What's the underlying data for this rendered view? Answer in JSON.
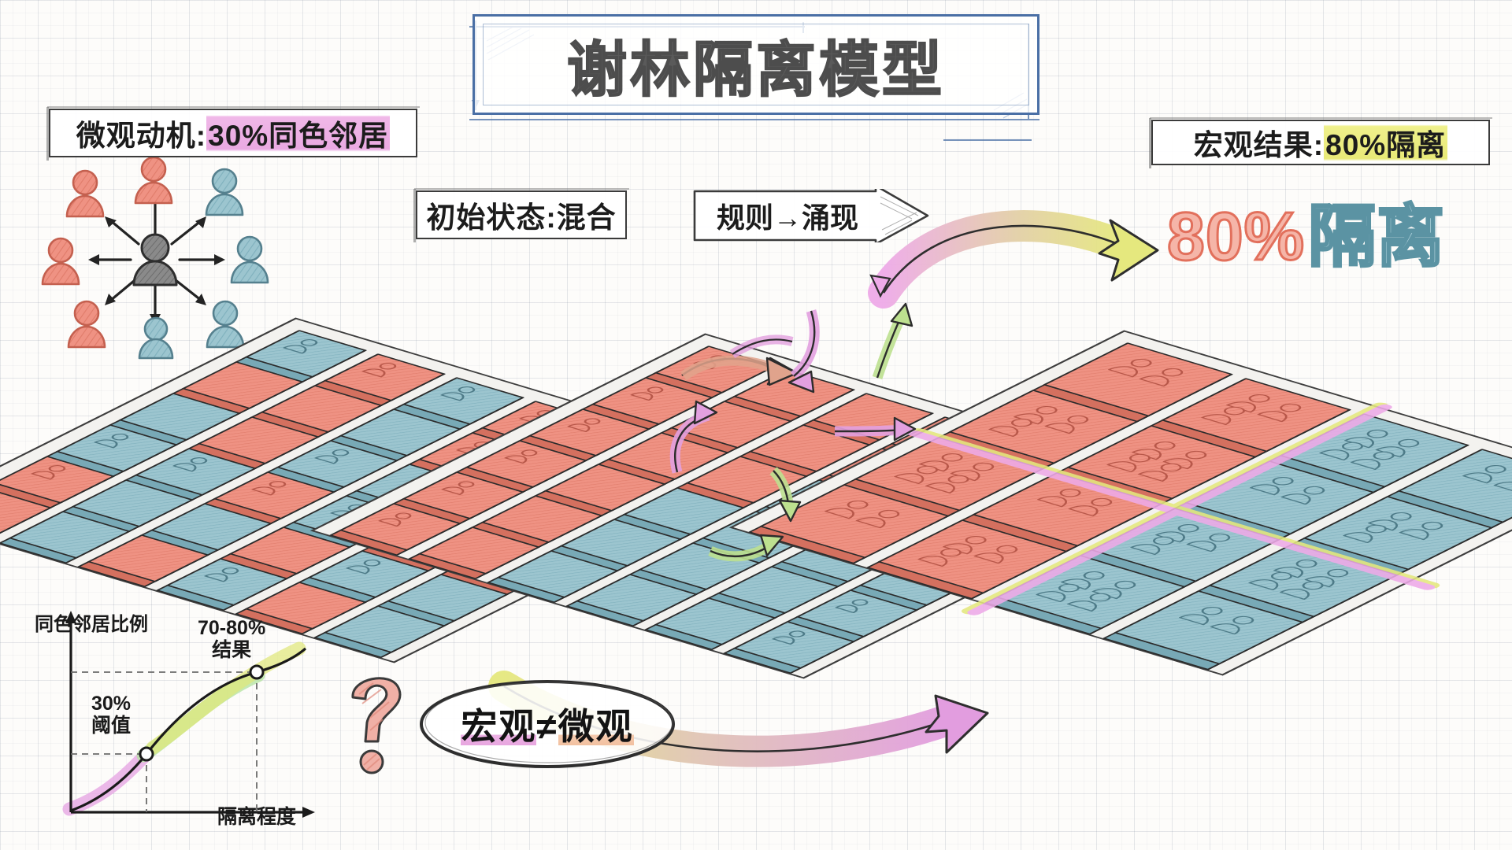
{
  "title": "谢林隔离模型",
  "labels": {
    "micro_prefix": "微观动机:",
    "micro_highlight": "30%同色邻居",
    "macro_prefix": "宏观结果:",
    "macro_highlight": "80%隔离",
    "initial_state": "初始状态:混合",
    "rule_arrow": "规则→涌现"
  },
  "bigstat": {
    "number": "80%",
    "word": "隔离"
  },
  "callout": {
    "left_word": "宏观",
    "operator": "≠",
    "right_word": "微观"
  },
  "question_mark": "?",
  "colors": {
    "red_agent": "#e8897a",
    "red_tile": "#ef9283",
    "red_tile_dark": "#d9705e",
    "teal_agent": "#8fbec9",
    "teal_tile": "#9cc5cf",
    "teal_tile_dark": "#6fa3b0",
    "gray_agent": "#7a7a7a",
    "ink": "#2e2e2e",
    "highlight_pink": "#eaa9e2",
    "highlight_yellow": "#e8e977",
    "highlight_green": "#bde08f",
    "title_frame_blue": "#4a6fa5",
    "bigstat_number": "#f5b5a8",
    "bigstat_word": "#b2d4dd"
  },
  "chart_data": {
    "type": "line",
    "title": "",
    "xlabel": "隔离程度",
    "ylabel": "同色邻居比例",
    "xlim": [
      0,
      100
    ],
    "ylim": [
      0,
      100
    ],
    "grid": false,
    "legend": "none",
    "x": [
      0,
      10,
      20,
      30,
      40,
      50,
      60,
      70,
      80,
      90,
      100
    ],
    "y": [
      2,
      6,
      13,
      24,
      37,
      50,
      62,
      73,
      81,
      86,
      89
    ],
    "annotations": [
      {
        "label": "30%\n阈值",
        "label_line1": "30%",
        "label_line2": "阈值",
        "x": 30,
        "y": 24,
        "marker": true
      },
      {
        "label": "70-80%\n结果",
        "label_line1": "70-80%",
        "label_line2": "结果",
        "x": 73,
        "y": 78,
        "marker": true
      }
    ],
    "highlight_bands": [
      {
        "from": 0,
        "to": 30,
        "color": "#e6a8e4"
      },
      {
        "from": 28,
        "to": 75,
        "color": "#b7e3a4"
      },
      {
        "from": 25,
        "to": 100,
        "color": "#dfe87a"
      }
    ],
    "dashed_guides": [
      {
        "axis": "both",
        "x": 30,
        "y": 24
      },
      {
        "axis": "both",
        "x": 73,
        "y": 78
      }
    ]
  },
  "grids": {
    "initial": {
      "caption": "初始状态:混合",
      "rows": 6,
      "cols": 6,
      "cells": [
        [
          "teal",
          "red",
          "teal",
          "red",
          "teal",
          "teal"
        ],
        [
          "red",
          "red",
          "teal",
          "red",
          "teal",
          "red"
        ],
        [
          "teal",
          "red",
          "teal",
          "teal",
          "red",
          "teal"
        ],
        [
          "teal",
          "teal",
          "red",
          "teal",
          "red",
          "red"
        ],
        [
          "red",
          "teal",
          "teal",
          "red",
          "teal",
          "teal"
        ],
        [
          "red",
          "teal",
          "red",
          "teal",
          "red",
          "teal"
        ]
      ]
    },
    "moving": {
      "caption": "规则→涌现",
      "rows": 6,
      "cols": 6,
      "cells": [
        [
          "red",
          "red",
          "red",
          "red",
          "teal",
          "teal"
        ],
        [
          "red",
          "red",
          "red",
          "red",
          "teal",
          "teal"
        ],
        [
          "red",
          "red",
          "red",
          "teal",
          "teal",
          "teal"
        ],
        [
          "red",
          "red",
          "teal",
          "teal",
          "teal",
          "teal"
        ],
        [
          "red",
          "red",
          "teal",
          "teal",
          "teal",
          "teal"
        ],
        [
          "red",
          "red",
          "teal",
          "teal",
          "teal",
          "teal"
        ]
      ]
    },
    "final": {
      "caption": "80%隔离",
      "rows": 4,
      "cols": 4,
      "cells": [
        [
          "red",
          "red",
          "teal",
          "teal"
        ],
        [
          "red",
          "red",
          "teal",
          "teal"
        ],
        [
          "red",
          "red",
          "teal",
          "teal"
        ],
        [
          "red",
          "red",
          "teal",
          "teal"
        ]
      ]
    }
  },
  "neighborhood": {
    "center": "gray",
    "neighbors": [
      "red",
      "red",
      "teal",
      "red",
      "teal",
      "red",
      "teal",
      "teal"
    ]
  }
}
